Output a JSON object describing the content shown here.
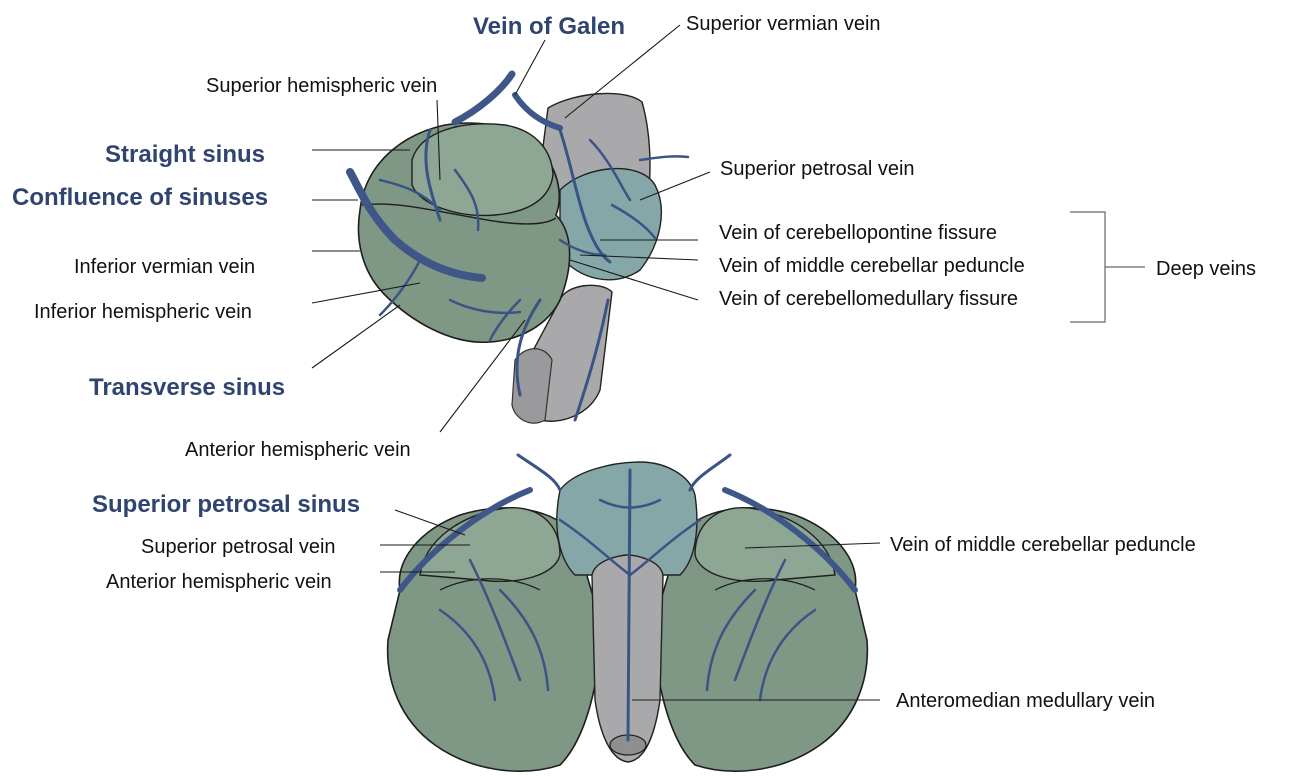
{
  "colors": {
    "sinus_label": "#2f4470",
    "vein_label": "#111111",
    "cerebellum": "#7f9785",
    "brainstem": "#a9a9ab",
    "vessel": "#3a5486"
  },
  "labels": {
    "vein_of_galen": "Vein of Galen",
    "superior_vermian_vein": "Superior vermian vein",
    "superior_hemispheric_vein": "Superior hemispheric vein",
    "straight_sinus": "Straight sinus",
    "confluence_of_sinuses": "Confluence of sinuses",
    "superior_petrosal_vein_top": "Superior petrosal vein",
    "vein_cerebellopontine_fissure": "Vein of cerebellopontine fissure",
    "vein_middle_cerebellar_peduncle_top": "Vein of middle cerebellar peduncle",
    "vein_cerebellomedullary_fissure": "Vein of cerebellomedullary fissure",
    "deep_veins": "Deep veins",
    "inferior_vermian_vein": "Inferior vermian vein",
    "inferior_hemispheric_vein": "Inferior hemispheric vein",
    "transverse_sinus": "Transverse sinus",
    "anterior_hemispheric_vein_top": "Anterior hemispheric vein",
    "superior_petrosal_sinus": "Superior petrosal sinus",
    "superior_petrosal_vein_bottom": "Superior petrosal vein",
    "anterior_hemispheric_vein_bottom": "Anterior hemispheric vein",
    "vein_middle_cerebellar_peduncle_bottom": "Vein of middle cerebellar peduncle",
    "anteromedian_medullary_vein": "Anteromedian medullary vein"
  }
}
